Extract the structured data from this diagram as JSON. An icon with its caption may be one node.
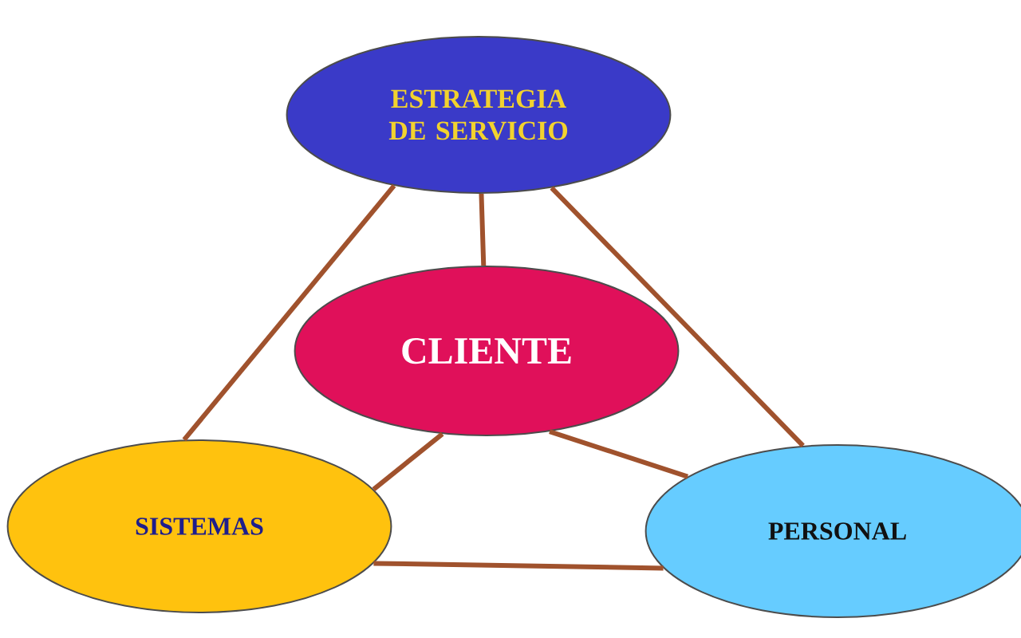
{
  "diagram": {
    "nodes": [
      {
        "text": [
          "ESTRATEGIA DE SERVICIO"
        ]
      },
      {
        "text": [
          "CLIENTE"
        ]
      },
      {
        "text": [
          "SISTEMAS"
        ]
      },
      {
        "text": [
          "PERSONAL"
        ]
      }
    ],
    "edges": [
      {
        "from": 0,
        "to": 2,
        "arrow": "none"
      },
      {
        "from": 0,
        "to": 3,
        "arrow": "none"
      },
      {
        "from": 0,
        "to": 1,
        "arrow": "none"
      },
      {
        "from": 1,
        "to": 2,
        "arrow": "none"
      },
      {
        "from": 1,
        "to": 3,
        "arrow": "none"
      },
      {
        "from": 2,
        "to": 3,
        "arrow": "none"
      }
    ]
  }
}
